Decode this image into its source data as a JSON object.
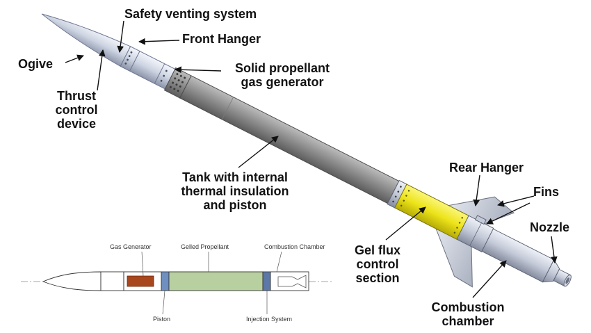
{
  "callouts": {
    "safety_venting": "Safety venting system",
    "front_hanger": "Front Hanger",
    "ogive": "Ogive",
    "solid_propellant_1": "Solid propellant",
    "solid_propellant_2": "gas generator",
    "thrust_1": "Thrust",
    "thrust_2": "control",
    "thrust_3": "device",
    "tank_1": "Tank with internal",
    "tank_2": "thermal insulation",
    "tank_3": "and piston",
    "rear_hanger": "Rear Hanger",
    "fins": "Fins",
    "nozzle": "Nozzle",
    "gel_1": "Gel flux",
    "gel_2": "control",
    "gel_3": "section",
    "combustion_1": "Combustion",
    "combustion_2": "chamber"
  },
  "schematic": {
    "gas_generator": "Gas Generator",
    "gelled_propellant": "Gelled Propellant",
    "combustion_chamber": "Combustion Chamber",
    "piston": "Piston",
    "injection_system": "Injection System"
  },
  "colors": {
    "tank_body": "#8e8e8e",
    "nose": "#cfd6e4",
    "gel_section": "#f2ea1a",
    "gas_generator_block": "#a8461e",
    "gelled_block": "#b8cfa0",
    "piston_block": "#6e8fbf"
  }
}
